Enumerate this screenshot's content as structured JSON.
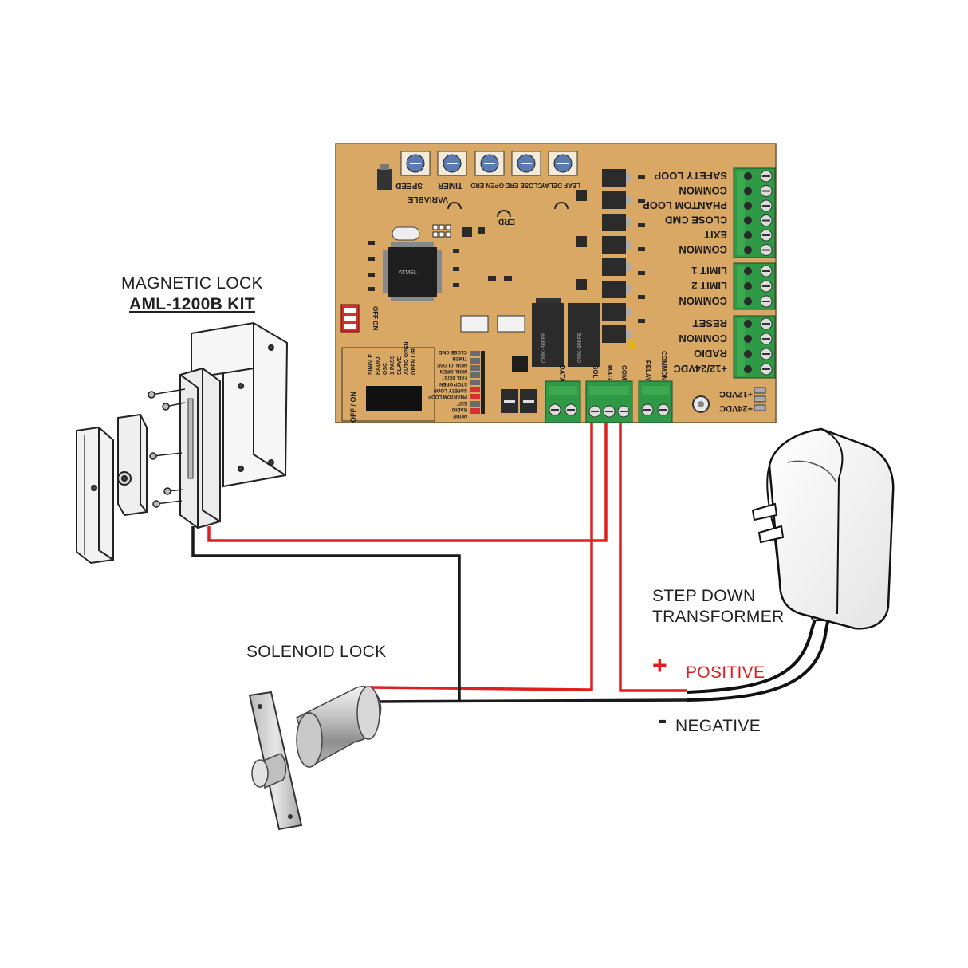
{
  "colors": {
    "board": "#d9a865",
    "terminal": "#2f9a45",
    "wire_positive": "#e02020",
    "wire_negative": "#1a1a1a",
    "label_positive": "#e02020"
  },
  "labels": {
    "mag_lock_title": "MAGNETIC LOCK",
    "mag_lock_kit": "AML-1200B KIT",
    "solenoid": "SOLENOID LOCK",
    "transformer_line1": "STEP DOWN",
    "transformer_line2": "TRANSFORMER",
    "positive_sign": "+",
    "positive": "POSITIVE",
    "negative_sign": "-",
    "negative": "NEGATIVE"
  },
  "board": {
    "pot_labels": [
      "SPEED",
      "TIMER",
      "OPEN ERD",
      "CLOSE ERD",
      "LEAF DELAY"
    ],
    "variable_label": "VARIABLE",
    "terminal_labels_right": [
      "SAFETY LOOP",
      "COMMON",
      "PHANTOM LOOP",
      "CLOSE CMD",
      "EXIT",
      "COMMON",
      "LIMIT 1",
      "LIMIT 2",
      "COMMON",
      "RESET",
      "COMMON",
      "RADIO",
      "+12/24VDC"
    ],
    "power_labels": [
      "+12VDC",
      "+24VDC"
    ],
    "bottom_terminal_labels": [
      "DATA",
      "SOL",
      "MAG",
      "COM",
      "RELAY",
      "COMMON"
    ],
    "relay_text": [
      "CMK-306FB",
      "CMK-306FB"
    ],
    "chip_text": "ATMEL",
    "dip_label": "OFF ON",
    "led_labels": [
      "CLOSE CMD",
      "TIMER",
      "MON. CLOSE",
      "MON. OPEN",
      "FAIL SC/ST",
      "STOP OPEN",
      "SAFETY LOOP",
      "PHANTOM LOOP",
      "EXIT",
      "RADIO",
      "MODE"
    ],
    "switch_labels": [
      "SINGLE",
      "RADIO",
      "OSC",
      "1 PASS",
      "SLAVE",
      "AUTO OPEN",
      "OPEN L/R"
    ],
    "switch_edge": "OFF / ON",
    "erd_label": "ERD"
  }
}
